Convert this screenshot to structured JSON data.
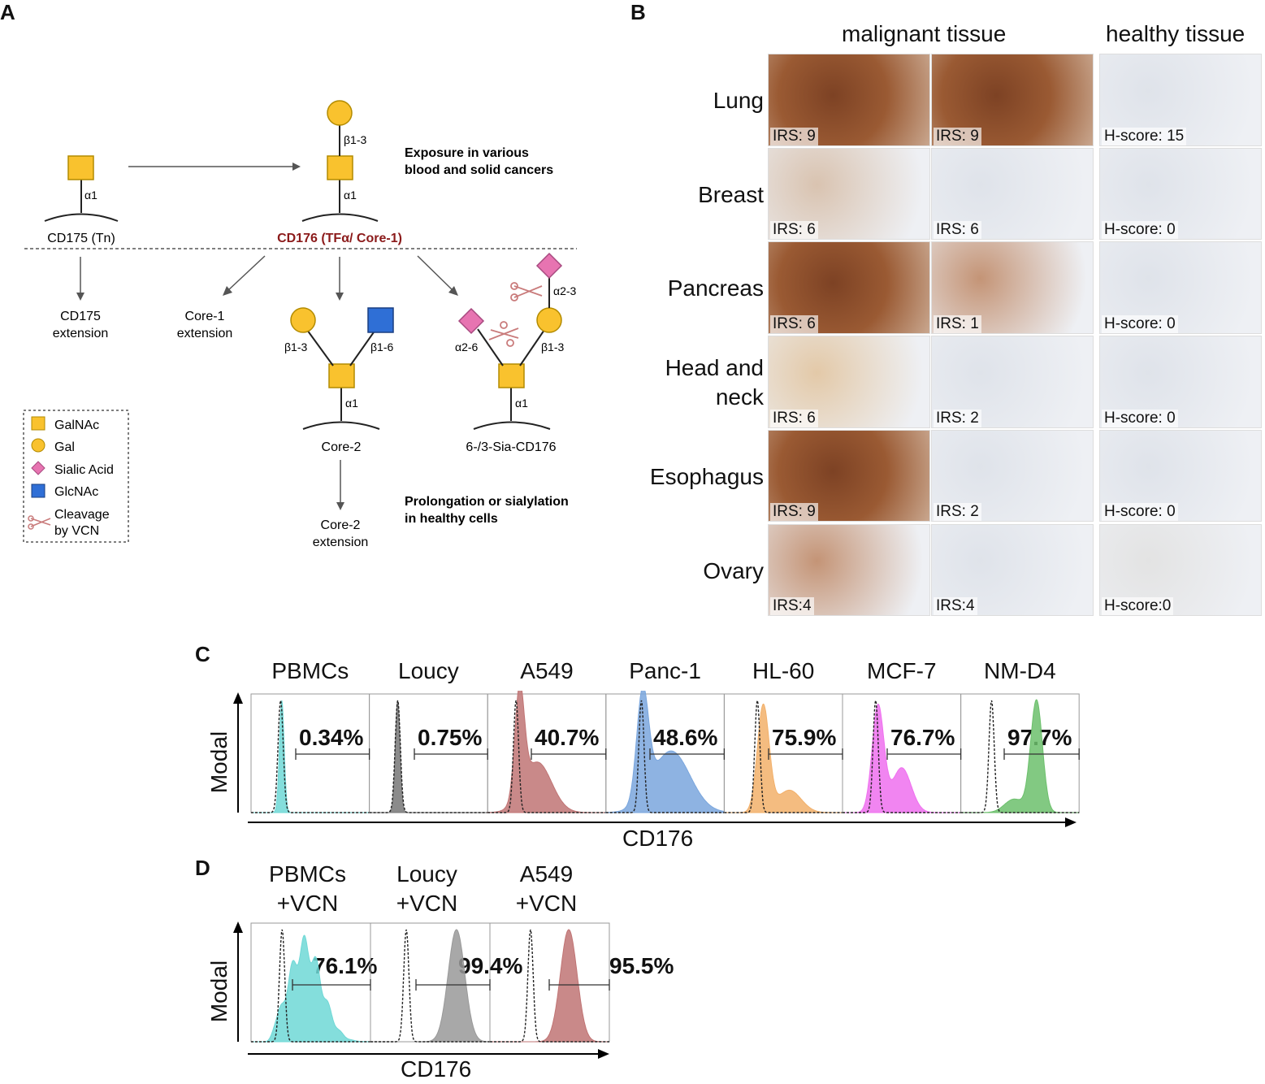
{
  "panels": {
    "a": "A",
    "b": "B",
    "c": "C",
    "d": "D"
  },
  "panel_a": {
    "tn_label": "CD175 (Tn)",
    "core1_label": "CD176 (TFα/ Core-1)",
    "exposure_line1": "Exposure in various",
    "exposure_line2": "blood and solid cancers",
    "prolong_line1": "Prolongation or sialylation",
    "prolong_line2": "in healthy cells",
    "cd175_ext_line1": "CD175",
    "cd175_ext_line2": "extension",
    "core1_ext_line1": "Core-1",
    "core1_ext_line2": "extension",
    "core2_label": "Core-2",
    "core2_ext_line1": "Core-2",
    "core2_ext_line2": "extension",
    "sia_label": "6-/3-Sia-CD176",
    "linkages": {
      "a1": "α1",
      "b13": "β1-3",
      "b16": "β1-6",
      "a26": "α2-6",
      "a23": "α2-3"
    },
    "legend": {
      "galnac": "GalNAc",
      "gal": "Gal",
      "sialic": "Sialic Acid",
      "glcnac": "GlcNAc",
      "cleavage_line1": "Cleavage",
      "cleavage_line2": "by VCN"
    },
    "colors": {
      "galnac": "#f9c22e",
      "gal": "#f9c22e",
      "sialic": "#e774b1",
      "glcnac": "#2f6fd6",
      "core1_label": "#8b1a1a",
      "scissors": "#c97b7b"
    }
  },
  "panel_b": {
    "malignant_header": "malignant tissue",
    "healthy_header": "healthy tissue",
    "rows": [
      {
        "label_line1": "Lung",
        "label_line2": "",
        "m1": "IRS: 9",
        "m2": "IRS: 9",
        "h": "H-score: 15",
        "t1": "heavy",
        "t2": "heavy",
        "th": "light"
      },
      {
        "label_line1": "Breast",
        "label_line2": "",
        "m1": "IRS: 6",
        "m2": "IRS: 6",
        "h": "H-score: 0",
        "t1": "spotty",
        "t2": "light",
        "th": "light"
      },
      {
        "label_line1": "Pancreas",
        "label_line2": "",
        "m1": "IRS: 6",
        "m2": "IRS: 1",
        "h": "H-score: 0",
        "t1": "heavy",
        "t2": "medium",
        "th": "light"
      },
      {
        "label_line1": "Head and",
        "label_line2": "neck",
        "m1": "IRS: 6",
        "m2": "IRS: 2",
        "h": "H-score: 0",
        "t1": "tan",
        "t2": "light",
        "th": "light"
      },
      {
        "label_line1": "Esophagus",
        "label_line2": "",
        "m1": "IRS: 9",
        "m2": "IRS: 2",
        "h": "H-score: 0",
        "t1": "heavy",
        "t2": "light",
        "th": "light"
      },
      {
        "label_line1": "Ovary",
        "label_line2": "",
        "m1": "IRS:4",
        "m2": "IRS:4",
        "h": "H-score:0",
        "t1": "medium",
        "t2": "light",
        "th": "gray"
      }
    ],
    "stain_colors": {
      "heavy": "#9a5a33",
      "medium": "#c49476",
      "spotty": "#d9c3b0",
      "tan": "#e3c9a8",
      "light": "#dfe3ea",
      "gray": "#e3e3e3"
    }
  },
  "panel_c": {
    "ylabel": "Modal",
    "xlabel": "CD176",
    "samples": [
      {
        "name": "PBMCs",
        "pct": "0.34%",
        "color": "#6fd8d6"
      },
      {
        "name": "Loucy",
        "pct": "0.75%",
        "color": "#777777"
      },
      {
        "name": "A549",
        "pct": "40.7%",
        "color": "#c07474"
      },
      {
        "name": "Panc-1",
        "pct": "48.6%",
        "color": "#7aa6dd"
      },
      {
        "name": "HL-60",
        "pct": "75.9%",
        "color": "#f2b06a"
      },
      {
        "name": "MCF-7",
        "pct": "76.7%",
        "color": "#ef70ef"
      },
      {
        "name": "NM-D4",
        "pct": "97.7%",
        "color": "#6cc06c"
      }
    ]
  },
  "panel_d": {
    "ylabel": "Modal",
    "xlabel": "CD176",
    "samples": [
      {
        "name_line1": "PBMCs",
        "name_line2": "+VCN",
        "pct": "76.1%",
        "color": "#6fd8d6"
      },
      {
        "name_line1": "Loucy",
        "name_line2": "+VCN",
        "pct": "99.4%",
        "color": "#999999"
      },
      {
        "name_line1": "A549",
        "name_line2": "+VCN",
        "pct": "95.5%",
        "color": "#c07474"
      }
    ]
  }
}
